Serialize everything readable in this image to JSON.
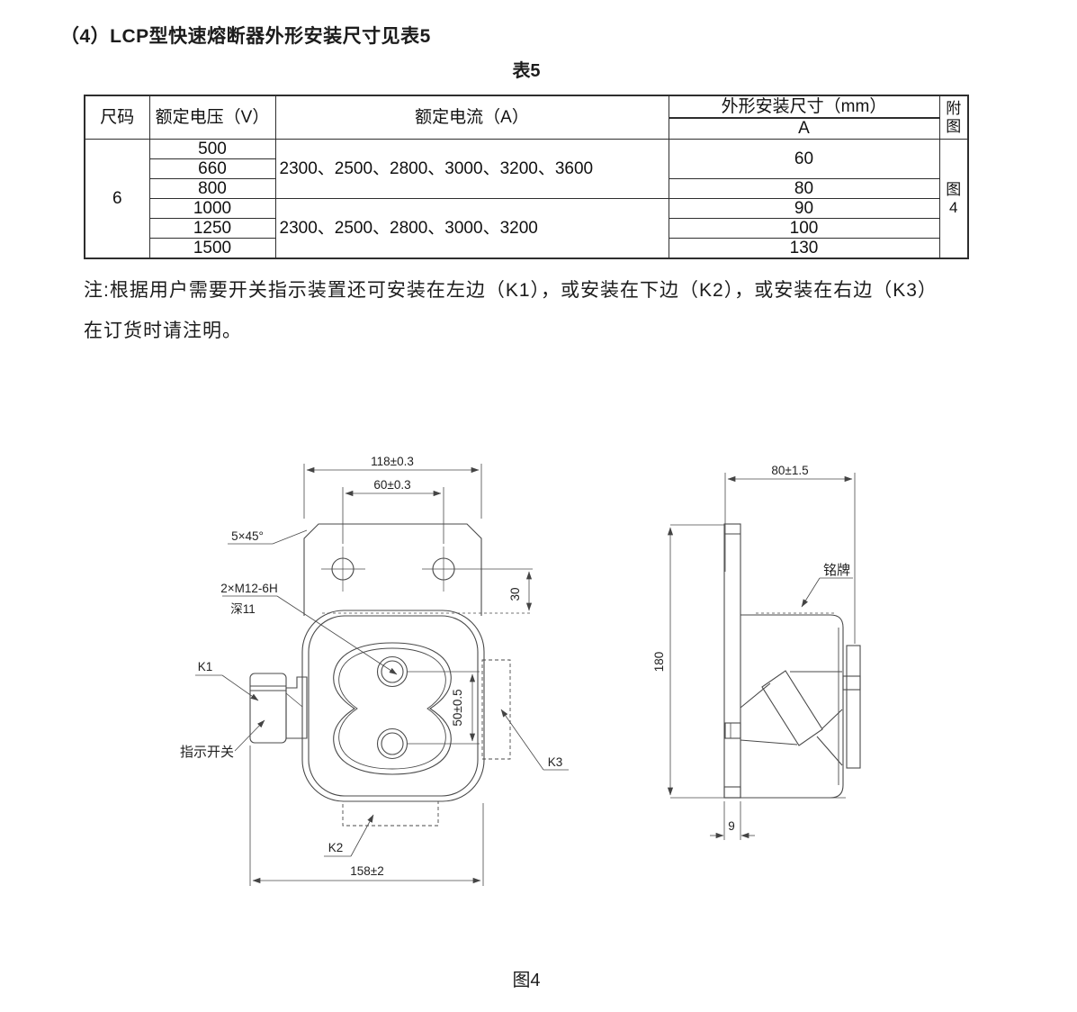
{
  "page": {
    "heading": "（4）LCP型快速熔断器外形安装尺寸见表5",
    "table_title": "表5",
    "note_line1": "注:根据用户需要开关指示装置还可安装在左边（K1），或安装在下边（K2），或安装在右边（K3）",
    "note_line2": "在订货时请注明。",
    "figure_caption": "图4"
  },
  "table": {
    "headers": {
      "size": "尺码",
      "voltage": "额定电压（V）",
      "current": "额定电流（A）",
      "dims": "外形安装尺寸（mm）",
      "dims_sub": "A",
      "figure_l1": "附",
      "figure_l2": "图"
    },
    "size_value": "6",
    "figure_ref_l1": "图",
    "figure_ref_l2": "4",
    "voltages": [
      "500",
      "660",
      "800",
      "1000",
      "1250",
      "1500"
    ],
    "currents": [
      "2300、2500、2800、3000、3200、3600",
      "2300、2500、2800、3000、3200"
    ],
    "dim_a": [
      "60",
      "80",
      "90",
      "100",
      "130"
    ]
  },
  "figure": {
    "dim_118": "118±0.3",
    "dim_60": "60±0.3",
    "chamfer": "5×45°",
    "thread": "2×M12-6H",
    "thread_depth": "深11",
    "k1": "K1",
    "indicator_switch": "指示开关",
    "dim_30": "30",
    "dim_50": "50±0.5",
    "k3": "K3",
    "k2": "K2",
    "dim_158": "158±2",
    "dim_80": "80±1.5",
    "nameplate": "铭牌",
    "dim_180": "180",
    "dim_9": "9"
  }
}
